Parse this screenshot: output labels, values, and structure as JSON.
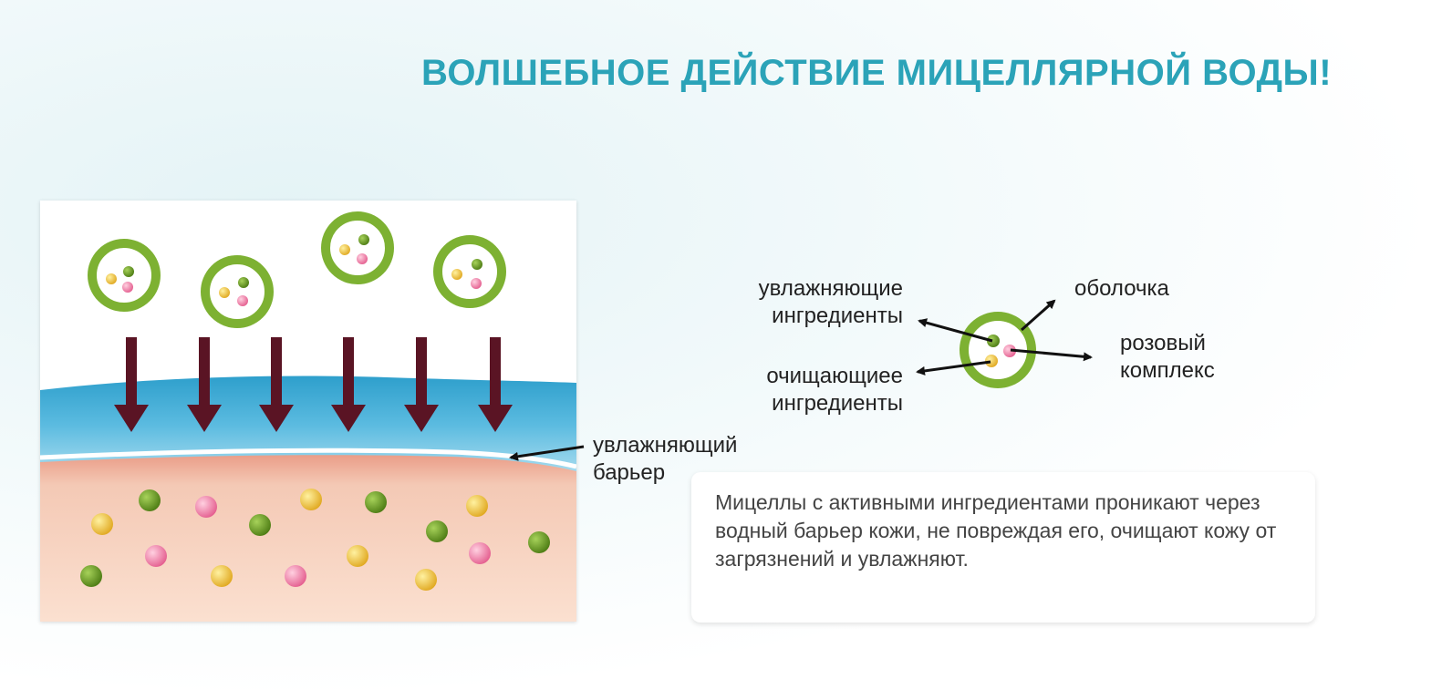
{
  "title": "ВОЛШЕБНОЕ ДЕЙСТВИЕ МИЦЕЛЛЯРНОЙ ВОДЫ!",
  "labels": {
    "moisturizing_line1": "увлажняющие",
    "moisturizing_line2": "ингредиенты",
    "cleansing_line1": "очищающиее",
    "cleansing_line2": "ингредиенты",
    "shell": "оболочка",
    "pink_line1": "розовый",
    "pink_line2": "комплекс",
    "barrier_line1": "увлажняющий",
    "barrier_line2": "барьер"
  },
  "description": "Мицеллы с активными ингредиентами проникают через водный барьер кожи, не повреждая его, очищают кожу от загрязнений и увлажняют.",
  "colors": {
    "title": "#2ba3b8",
    "micelle_ring": "#7db132",
    "arrow_down": "#5a1424",
    "water": "#3fa9cf",
    "skin": "#f6d8c4",
    "dot_green": "#5e8f1e",
    "dot_yellow": "#f0c030",
    "dot_pink": "#ea6f9b"
  }
}
